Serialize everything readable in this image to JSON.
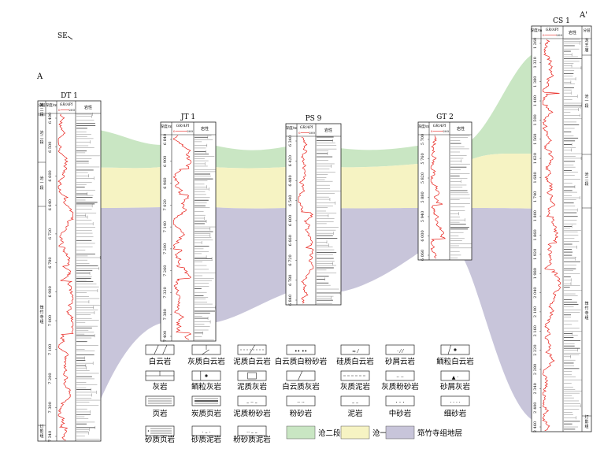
{
  "labels": {
    "point_a": "A",
    "point_a_prime": "A'",
    "direction": "SE"
  },
  "header_labels": {
    "zone": "分层",
    "depth": "深度/m",
    "gr": "GR/API",
    "gr_scale_min": "0",
    "gr_scale_max": "200",
    "lith": "岩性"
  },
  "wells": [
    {
      "name": "DT 1",
      "ticks": [
        "6 400",
        "6 500",
        "6 600",
        "6 640",
        "6 720",
        "6 780",
        "6 900",
        "7 000",
        "7 100",
        "7 200",
        "7 300",
        "7 340"
      ],
      "zones": [
        "第二段",
        "沧二段",
        "沧一段",
        "筇竹寺组",
        "灯影组"
      ]
    },
    {
      "name": "JT 1",
      "ticks": [
        "6 840",
        "6 900",
        "6 960",
        "7 020",
        "7 140",
        "7 200",
        "7 260",
        "7 320",
        "7 380",
        "7 400"
      ],
      "zones": []
    },
    {
      "name": "PS 9",
      "ticks": [
        "6 340",
        "6 420",
        "6 480",
        "6 540",
        "6 600",
        "6 660",
        "6 720",
        "6 780",
        "6 840"
      ],
      "zones": []
    },
    {
      "name": "GT 2",
      "ticks": [
        "5 700",
        "5 760",
        "5 820",
        "5 880",
        "5 940",
        "6 000",
        "6 060"
      ],
      "zones": []
    },
    {
      "name": "CS 1",
      "ticks": [
        "1 260",
        "1 320",
        "1 380",
        "1 400",
        "1 500",
        "1 560",
        "1 620",
        "1 680",
        "1 740",
        "1 800",
        "1 860",
        "1 920",
        "1 980",
        "2 040",
        "2 100",
        "2 160",
        "2 220",
        "2 280",
        "2 340",
        "2 400",
        "2 460"
      ],
      "zones": [
        "龙王庙",
        "沧一段",
        "沧二段",
        "筇竹寺组",
        "灯影组"
      ]
    }
  ],
  "legend": [
    {
      "key": "dolomite",
      "label": "白云岩"
    },
    {
      "key": "lime_dolomite",
      "label": "灰质白云岩"
    },
    {
      "key": "muddy_dolomite",
      "label": "泥质白云岩"
    },
    {
      "key": "dolomite_silty_sand",
      "label": "白云质白粉砂岩"
    },
    {
      "key": "siliceous_dolomite",
      "label": "硅质白云岩"
    },
    {
      "key": "sandy_dolomite",
      "label": "砂屑云岩"
    },
    {
      "key": "oolitic_dolomite",
      "label": "鲕粒白云岩"
    },
    {
      "key": "limestone",
      "label": "灰岩"
    },
    {
      "key": "oolitic_limestone",
      "label": "鲕粒灰岩"
    },
    {
      "key": "muddy_limestone",
      "label": "泥质灰岩"
    },
    {
      "key": "dolomitic_limestone",
      "label": "白云质灰岩"
    },
    {
      "key": "lime_mudstone",
      "label": "灰质泥岩"
    },
    {
      "key": "lime_siltstone",
      "label": "灰质粉砂岩"
    },
    {
      "key": "sandy_limestone",
      "label": "砂屑灰岩"
    },
    {
      "key": "shale",
      "label": "页岩"
    },
    {
      "key": "carbon_shale",
      "label": "炭质页岩"
    },
    {
      "key": "muddy_siltstone",
      "label": "泥质粉砂岩"
    },
    {
      "key": "siltstone",
      "label": "粉砂岩"
    },
    {
      "key": "mudstone",
      "label": "泥岩"
    },
    {
      "key": "medium_sandstone",
      "label": "中砂岩"
    },
    {
      "key": "fine_sandstone",
      "label": "细砂岩"
    },
    {
      "key": "sandy_shale",
      "label": "砂质页岩"
    },
    {
      "key": "sandy_mudstone",
      "label": "砂质泥岩"
    },
    {
      "key": "silty_mudstone",
      "label": "粉砂质泥岩"
    },
    {
      "key": "cang2",
      "label": "沧二段地层",
      "color": "#c9e6c3"
    },
    {
      "key": "cang1",
      "label": "沧一段地层",
      "color": "#f6f3c3"
    },
    {
      "key": "qzs",
      "label": "筇竹寺组地层",
      "color": "#c8c5da"
    }
  ],
  "colors": {
    "cang2_fill": "#c9e6c3",
    "cang1_fill": "#f6f3c3",
    "qzs_fill": "#c8c5da",
    "gr_curve": "#e8201a"
  }
}
